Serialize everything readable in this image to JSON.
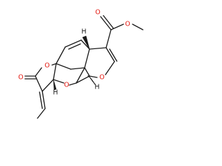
{
  "molecule": {
    "atoms": {
      "o_ring_top": "O",
      "o_lactone_carbonyl": "O",
      "o_ring_mid": "O",
      "o_ring_right": "O",
      "o_ester_carbonyl": "O",
      "o_ester_methoxy": "O",
      "h_top": "H",
      "h_mid_left": "H",
      "h_mid_right": "H"
    },
    "colors": {
      "bond": "#1a1a1a",
      "oxygen": "#e31a12",
      "hydrogen": "#1a1a1a"
    }
  }
}
